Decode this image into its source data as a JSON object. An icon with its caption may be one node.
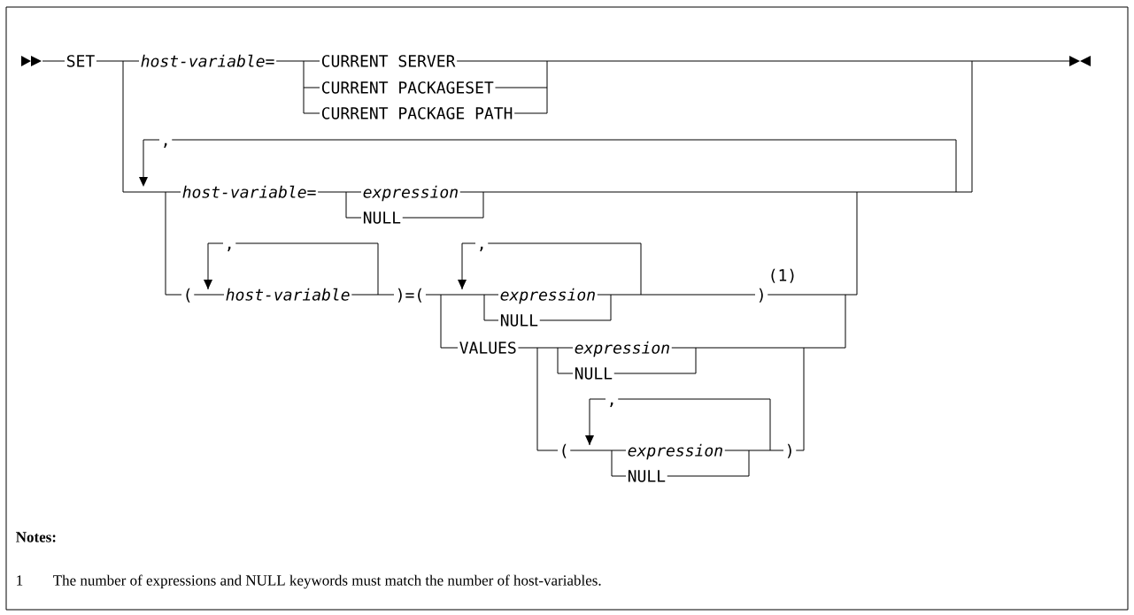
{
  "diagram": {
    "labels": [
      "SET",
      "host-variable=",
      "CURRENT SERVER",
      "CURRENT PACKAGESET",
      "CURRENT PACKAGE PATH",
      ",",
      "host-variable=",
      "expression",
      "NULL",
      ",",
      "(",
      "host-variable",
      ")=(",
      ",",
      "expression",
      "NULL",
      ")",
      "(1)",
      "VALUES",
      "expression",
      "NULL",
      ",",
      "(",
      "expression",
      "NULL",
      ")",
      "Notes:",
      "1",
      "The number of expressions and NULL keywords must match the number of host-variables."
    ]
  }
}
